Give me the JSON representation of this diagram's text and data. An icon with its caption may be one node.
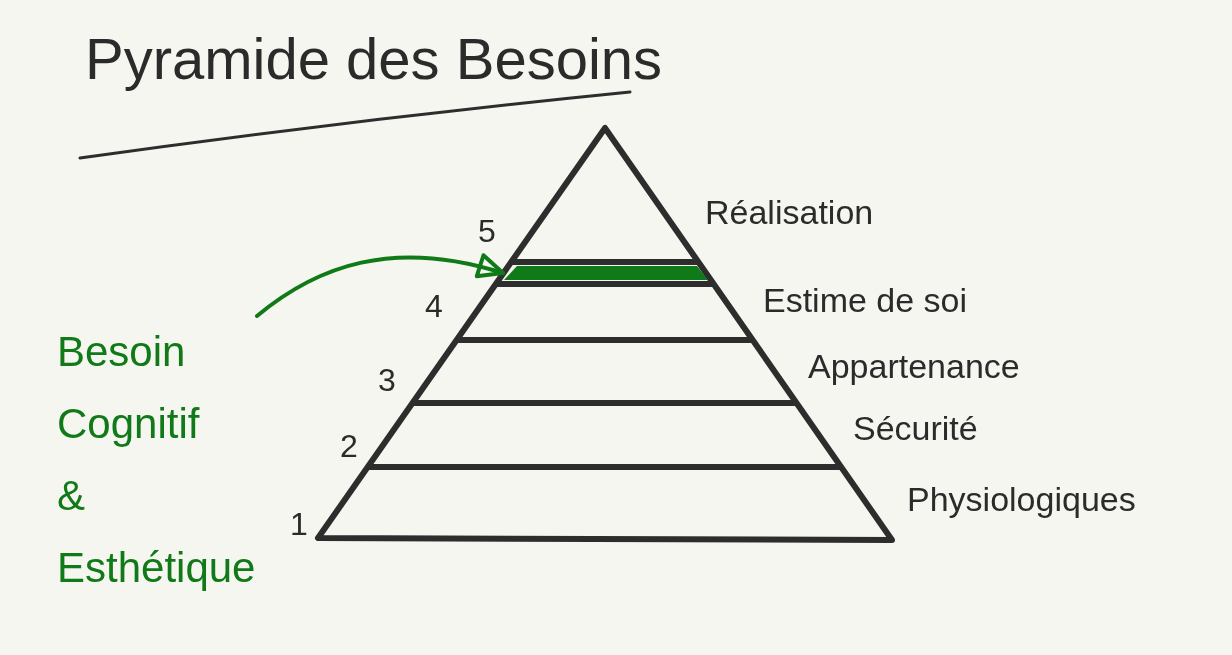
{
  "diagram": {
    "title": "Pyramide des Besoins",
    "nodes": [
      {
        "text": [
          "Besoin Cognitif & Esthétique"
        ]
      },
      {
        "text": [],
        "shape": "bar"
      }
    ],
    "edges": [
      {
        "from": 0,
        "to": 1,
        "arrow": "to",
        "color": "#107a18"
      }
    ],
    "labels": [
      "Réalisation",
      "5",
      "Estime de soi",
      "4",
      "Appartenance",
      "3",
      "Sécurité",
      "2",
      "Physiologiques",
      "1"
    ]
  }
}
